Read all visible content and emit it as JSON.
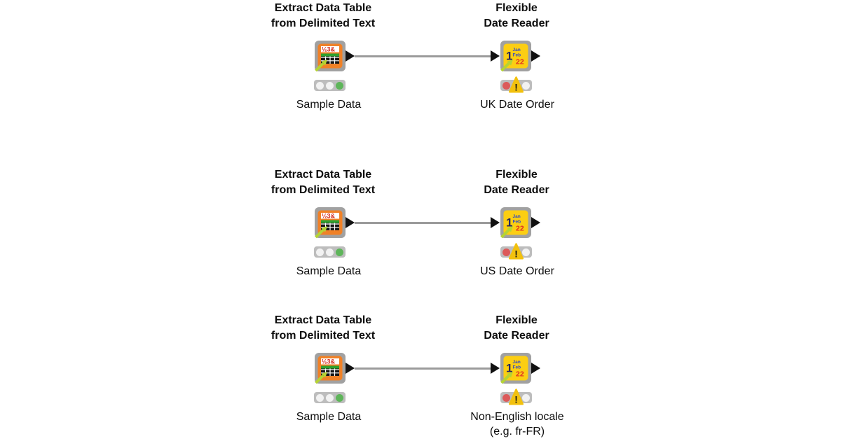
{
  "app": {
    "name": "KNIME workflow canvas",
    "background": "#ffffff"
  },
  "palette": {
    "node_frame_gray": "#a1a1a1",
    "extract_icon_orange": "#f08127",
    "date_icon_yellow": "#fcce12",
    "connection_gray": "#9b9b9b",
    "port_black": "#111111",
    "traffic_light_bg": "#bdbdbd",
    "traffic_light_off": "#f2f2f2",
    "traffic_light_green": "#5eb55a",
    "traffic_light_red": "#dc5a5a",
    "warning_yellow": "#f2c10e",
    "arrow_green": "#b5d334",
    "text_black": "#0d0d0d"
  },
  "icon_glyphs": {
    "delimited_text_scramble": "½3&",
    "date_big": "1",
    "date_month_top": "Jan",
    "date_month_bottom": "Feb",
    "date_day": "22",
    "warning_mark": "!"
  },
  "workflow": {
    "rows": [
      {
        "source": {
          "name_line1": "Extract Data Table",
          "name_line2": "from Delimited Text",
          "status": "executed (green light)",
          "label_line1": "Sample Data",
          "label_line2": ""
        },
        "target": {
          "name_line1": "Flexible",
          "name_line2": "Date Reader",
          "status": "not executed, warning (red light + warning badge)",
          "label_line1": "UK Date Order",
          "label_line2": ""
        }
      },
      {
        "source": {
          "name_line1": "Extract Data Table",
          "name_line2": "from Delimited Text",
          "status": "executed (green light)",
          "label_line1": "Sample Data",
          "label_line2": ""
        },
        "target": {
          "name_line1": "Flexible",
          "name_line2": "Date Reader",
          "status": "not executed, warning (red light + warning badge)",
          "label_line1": "US Date Order",
          "label_line2": ""
        }
      },
      {
        "source": {
          "name_line1": "Extract Data Table",
          "name_line2": "from Delimited Text",
          "status": "executed (green light)",
          "label_line1": "Sample Data",
          "label_line2": ""
        },
        "target": {
          "name_line1": "Flexible",
          "name_line2": "Date Reader",
          "status": "not executed, warning (red light + warning badge)",
          "label_line1": "Non-English locale",
          "label_line2": "(e.g. fr-FR)"
        }
      }
    ]
  }
}
